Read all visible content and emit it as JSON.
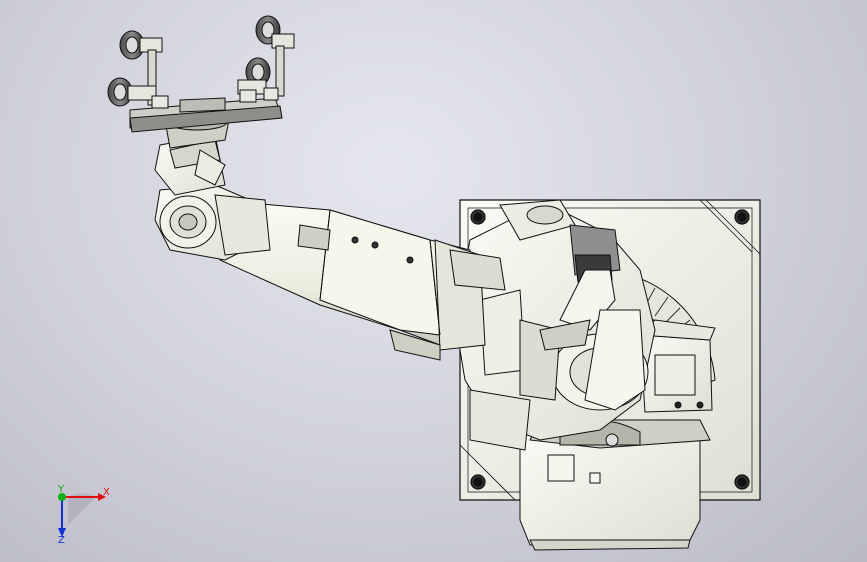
{
  "viewport": {
    "background_top": "#e6e7ee",
    "background_bottom": "#b9bac6"
  },
  "model": {
    "part_fill": "#f4f4ec",
    "part_shade": "#d9d9cf",
    "edge_color": "#111111",
    "gripper_fill": "#bfbfb8"
  },
  "triad": {
    "x_label": "X",
    "y_label": "Y",
    "z_label": "Z",
    "x_color": "#e01010",
    "y_color": "#10b010",
    "z_color": "#1030d0"
  }
}
